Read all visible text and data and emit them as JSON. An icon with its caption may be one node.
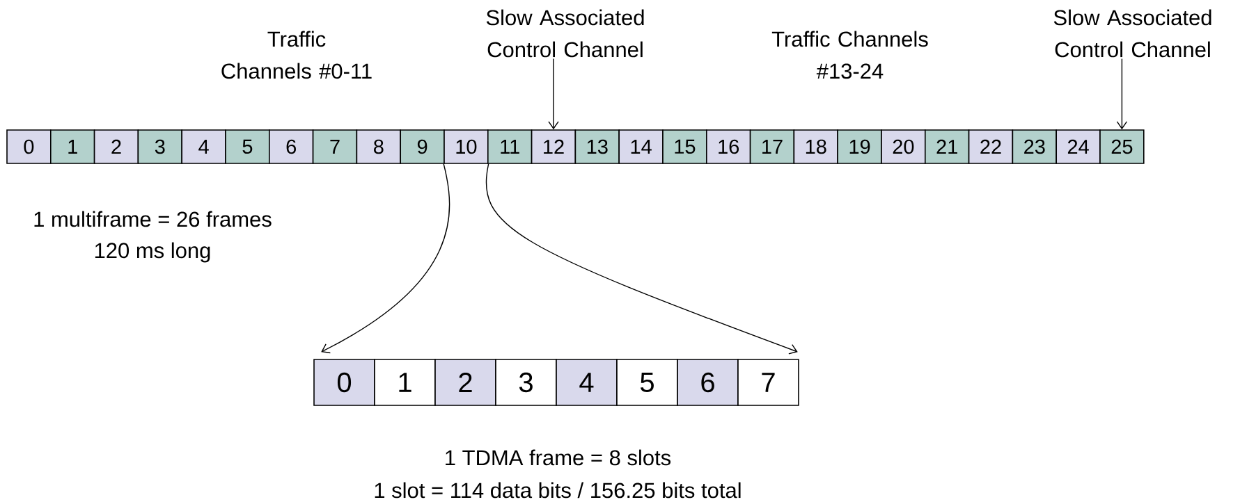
{
  "diagram": {
    "nodes": [
      {
        "text": [
          "0"
        ]
      },
      {
        "text": [
          "1"
        ]
      },
      {
        "text": [
          "2"
        ]
      },
      {
        "text": [
          "3"
        ]
      },
      {
        "text": [
          "4"
        ]
      },
      {
        "text": [
          "5"
        ]
      },
      {
        "text": [
          "6"
        ]
      },
      {
        "text": [
          "7"
        ]
      },
      {
        "text": [
          "8"
        ]
      },
      {
        "text": [
          "9"
        ]
      },
      {
        "text": [
          "10"
        ]
      },
      {
        "text": [
          "11"
        ]
      },
      {
        "text": [
          "12"
        ]
      },
      {
        "text": [
          "13"
        ]
      },
      {
        "text": [
          "14"
        ]
      },
      {
        "text": [
          "15"
        ]
      },
      {
        "text": [
          "16"
        ]
      },
      {
        "text": [
          "17"
        ]
      },
      {
        "text": [
          "18"
        ]
      },
      {
        "text": [
          "19"
        ]
      },
      {
        "text": [
          "20"
        ]
      },
      {
        "text": [
          "21"
        ]
      },
      {
        "text": [
          "22"
        ]
      },
      {
        "text": [
          "23"
        ]
      },
      {
        "text": [
          "24"
        ]
      },
      {
        "text": [
          "25"
        ]
      },
      {
        "text": [
          "0"
        ]
      },
      {
        "text": [
          "1"
        ]
      },
      {
        "text": [
          "2"
        ]
      },
      {
        "text": [
          "3"
        ]
      },
      {
        "text": [
          "4"
        ]
      },
      {
        "text": [
          "5"
        ]
      },
      {
        "text": [
          "6"
        ]
      },
      {
        "text": [
          "7"
        ]
      },
      {
        "text": [
          "Slow Associated Control Channel"
        ]
      },
      {
        "text": [
          "Slow Associated Control Channel"
        ]
      }
    ],
    "edges": [
      {
        "from": 34,
        "to": 12,
        "arrow": "to"
      },
      {
        "from": 35,
        "to": 25,
        "arrow": "to"
      },
      {
        "from": 10,
        "to": 26,
        "arrow": "to"
      },
      {
        "from": 10,
        "to": 33,
        "arrow": "to"
      }
    ],
    "labels": [
      "Traffic Channels #0-11",
      "Traffic Channels #13-24",
      "1 multiframe = 26 frames",
      "120 ms long",
      "1 TDMA frame = 8 slots",
      "1 slot = 114 data bits / 156.25 bits total"
    ]
  }
}
